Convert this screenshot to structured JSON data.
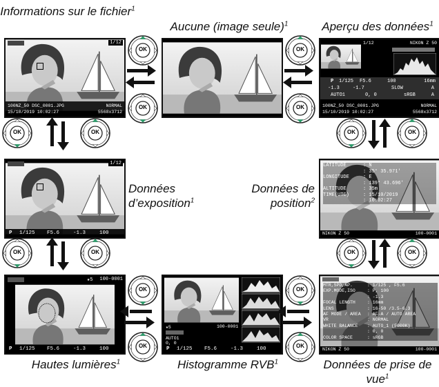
{
  "captions": {
    "file_info": {
      "text": "Informations sur le fichier",
      "note": "1"
    },
    "none": {
      "text": "Aucune (image seule)",
      "note": "1"
    },
    "overview": {
      "text": "Aperçu des données",
      "note": "1"
    },
    "exposure_line1": "Données",
    "exposure_line2": "d’exposition",
    "exposure_note": "1",
    "location_line1": "Données de",
    "location_line2": "position",
    "location_note": "2",
    "highlights": {
      "text": "Hautes lumières",
      "note": "1"
    },
    "rgb_histogram": {
      "text": "Histogramme RVB",
      "note": "1"
    },
    "shooting_line1": "Données de prise de",
    "shooting_line2": "vue",
    "shooting_note": "1"
  },
  "multi_selector": {
    "ok_label": "OK"
  },
  "screens": {
    "file_info": {
      "frame": "1/12",
      "folder_file": "100NZ_50 DSC_0001.JPG",
      "quality": "NORMAL",
      "datetime": "15/10/2019 10:02:27",
      "size": "5568x3712"
    },
    "overview": {
      "frame": "1/12",
      "camera": "NIKON Z 50",
      "row1": [
        "P",
        "1/125",
        "F5.6",
        "100",
        "16mm"
      ],
      "row2": [
        "-1.3",
        "-1.7",
        "SLOW",
        "A"
      ],
      "row3": [
        "AUTO1",
        "0, 0",
        "sRGB",
        "A"
      ],
      "folder_file": "100NZ_50 DSC_0001.JPG",
      "quality": "NORMAL",
      "datetime": "15/10/2019 10:02:27",
      "size": "5568x3712"
    },
    "exposure": {
      "frame": "1/12",
      "mode": "P",
      "shutter": "1/125",
      "aperture": "F5.6",
      "comp": "-1.3",
      "iso": "100"
    },
    "location": {
      "rows": [
        [
          "LATITUDE",
          ": N"
        ],
        [
          "",
          ": 35° 35.971'"
        ],
        [
          "LONGITUDE",
          ": E"
        ],
        [
          "",
          ": 139° 43.696'"
        ],
        [
          "ALTITUDE",
          ": 35m"
        ],
        [
          "TIME(UTC)",
          ": 15/10/2019"
        ],
        [
          "",
          ": 10:02:27"
        ]
      ],
      "camera": "NIKON Z 50",
      "number": "100-0001"
    },
    "highlights": {
      "rating": "5",
      "number": "100-0001",
      "mode": "P",
      "shutter": "1/125",
      "aperture": "F5.6",
      "comp": "-1.3",
      "iso": "100"
    },
    "rgb": {
      "rating": "5",
      "number": "100-0001",
      "wb": "AUTO1",
      "wb_fine": "0, 0",
      "mode": "P",
      "shutter": "1/125",
      "aperture": "F5.6",
      "comp": "-1.3",
      "iso": "100"
    },
    "shooting": {
      "rows": [
        [
          "MTR,SPD,AP.",
          ": 1/125 , F5.6"
        ],
        [
          "EXP.MODE,ISO",
          ": P, 100"
        ],
        [
          "",
          ": -1.3"
        ],
        [
          "FOCAL LENGTH",
          ": 16mm"
        ],
        [
          "LENS",
          ": 16-50 /3.5-6.3"
        ],
        [
          "AF MODE / AREA",
          ": AF-A / AUTO AREA"
        ],
        [
          "VR",
          ": NORMAL"
        ],
        [
          "WHITE BALANCE",
          ": AUTO_1 (5000K)"
        ],
        [
          "",
          ": 0, 0"
        ],
        [
          "COLOR SPACE",
          ": sRGB"
        ]
      ],
      "camera": "NIKON Z 50",
      "number": "100-0001"
    }
  }
}
